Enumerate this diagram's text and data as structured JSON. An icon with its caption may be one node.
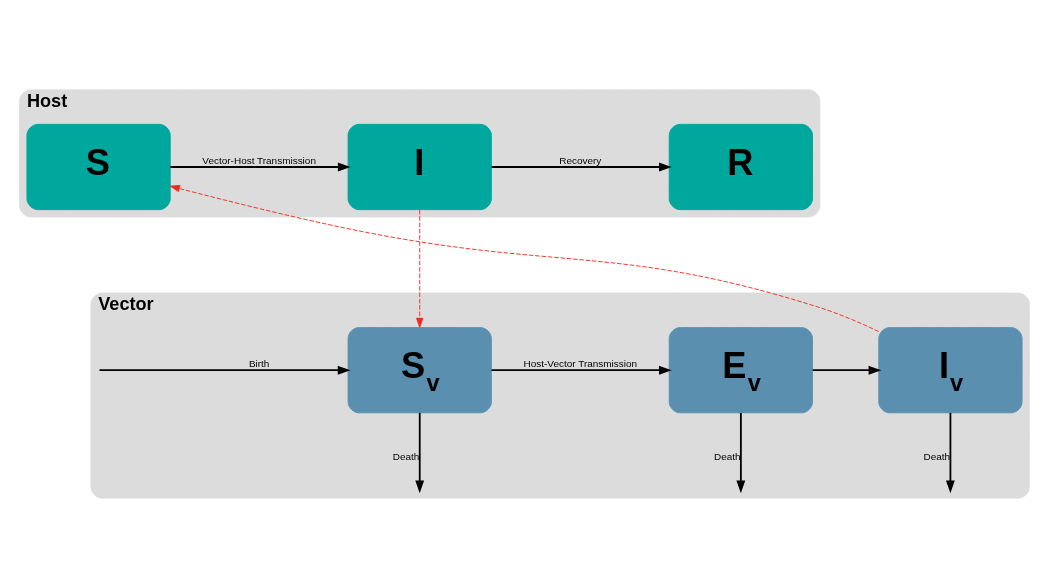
{
  "diagram": {
    "nodes": [
      {
        "text": [
          "Host"
        ]
      },
      {
        "text": [
          "S"
        ],
        "in": 0
      },
      {
        "text": [
          "I"
        ],
        "in": 0
      },
      {
        "text": [
          "R"
        ],
        "in": 0
      },
      {
        "text": [
          "Vector"
        ]
      },
      {
        "text": [
          "S$_{v}$"
        ],
        "in": 4
      },
      {
        "text": [
          "E$_{v}$"
        ],
        "in": 4
      },
      {
        "text": [
          "I$_{v}$"
        ],
        "in": 4
      }
    ],
    "edges": [
      {
        "from": 1,
        "to": 2,
        "arrow": "to",
        "label": "Vector-Host Transmission"
      },
      {
        "from": 2,
        "to": 3,
        "arrow": "to",
        "label": "Recovery"
      },
      {
        "from": null,
        "to": 5,
        "arrow": "to",
        "label": "Birth"
      },
      {
        "from": 5,
        "to": 6,
        "arrow": "to",
        "label": "Host-Vector Transmission"
      },
      {
        "from": 6,
        "to": 7,
        "arrow": "to"
      },
      {
        "from": 5,
        "to": null,
        "arrow": "to",
        "label": "Death"
      },
      {
        "from": 6,
        "to": null,
        "arrow": "to",
        "label": "Death"
      },
      {
        "from": 7,
        "to": null,
        "arrow": "to",
        "label": "Death"
      },
      {
        "from": 2,
        "to": 5,
        "arrow": "to",
        "style": "dashed",
        "color": "#ee2a1b"
      },
      {
        "from": 7,
        "to": 1,
        "arrow": "to",
        "style": "dashed",
        "color": "#ee2a1b"
      }
    ]
  }
}
